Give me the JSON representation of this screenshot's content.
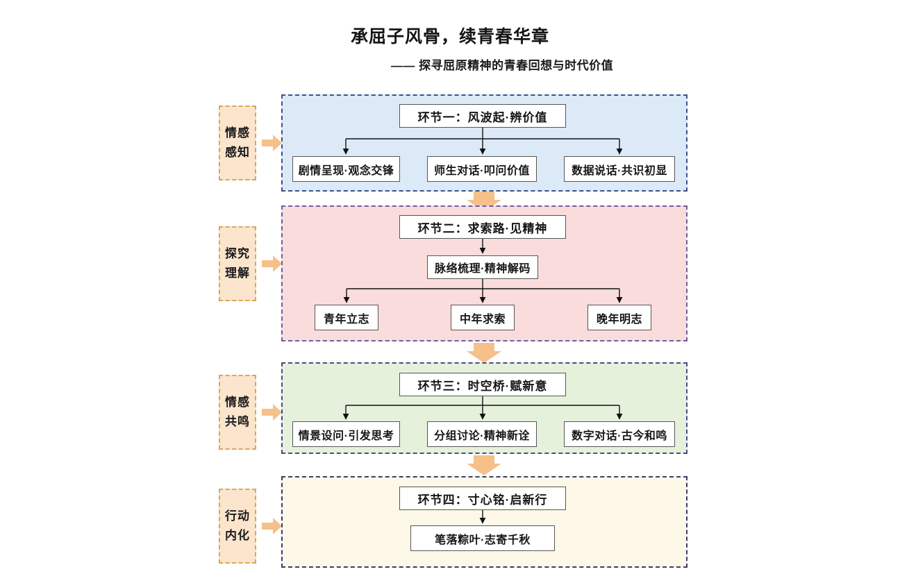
{
  "title": {
    "main": "承屈子风骨，续青春华章",
    "subtitle": "—— 探寻屈原精神的青春回想与时代价值"
  },
  "colors": {
    "stage_label_fill": "#fbe5cd",
    "stage_label_border": "#d8a75a",
    "arrow": "#f5c08a",
    "panel_blue_fill": "#dceaf7",
    "panel_blue_border": "#3c4f8a",
    "panel_pink_fill": "#fadcdc",
    "panel_pink_border": "#6b5fa0",
    "panel_green_fill": "#e6f1dc",
    "panel_green_border": "#4a4a8a",
    "panel_cream_fill": "#fdf8e8",
    "panel_cream_border": "#3b3b6d",
    "node_border": "#555555",
    "node_fill": "#ffffff"
  },
  "stages": [
    {
      "label_line1": "情感",
      "label_line2": "感知",
      "header": "环节一：风波起·辨价值",
      "children": [
        "剧情呈现·观念交锋",
        "师生对话·叩问价值",
        "数据说话·共识初显"
      ]
    },
    {
      "label_line1": "探究",
      "label_line2": "理解",
      "header": "环节二：求索路·见精神",
      "middle": "脉络梳理·精神解码",
      "children": [
        "青年立志",
        "中年求索",
        "晚年明志"
      ]
    },
    {
      "label_line1": "情感",
      "label_line2": "共鸣",
      "header": "环节三：时空桥·赋新意",
      "children": [
        "情景设问·引发思考",
        "分组讨论·精神新诠",
        "数字对话·古今和鸣"
      ]
    },
    {
      "label_line1": "行动",
      "label_line2": "内化",
      "header": "环节四：寸心铭·启新行",
      "children": [
        "笔落粽叶·志寄千秋"
      ]
    }
  ]
}
